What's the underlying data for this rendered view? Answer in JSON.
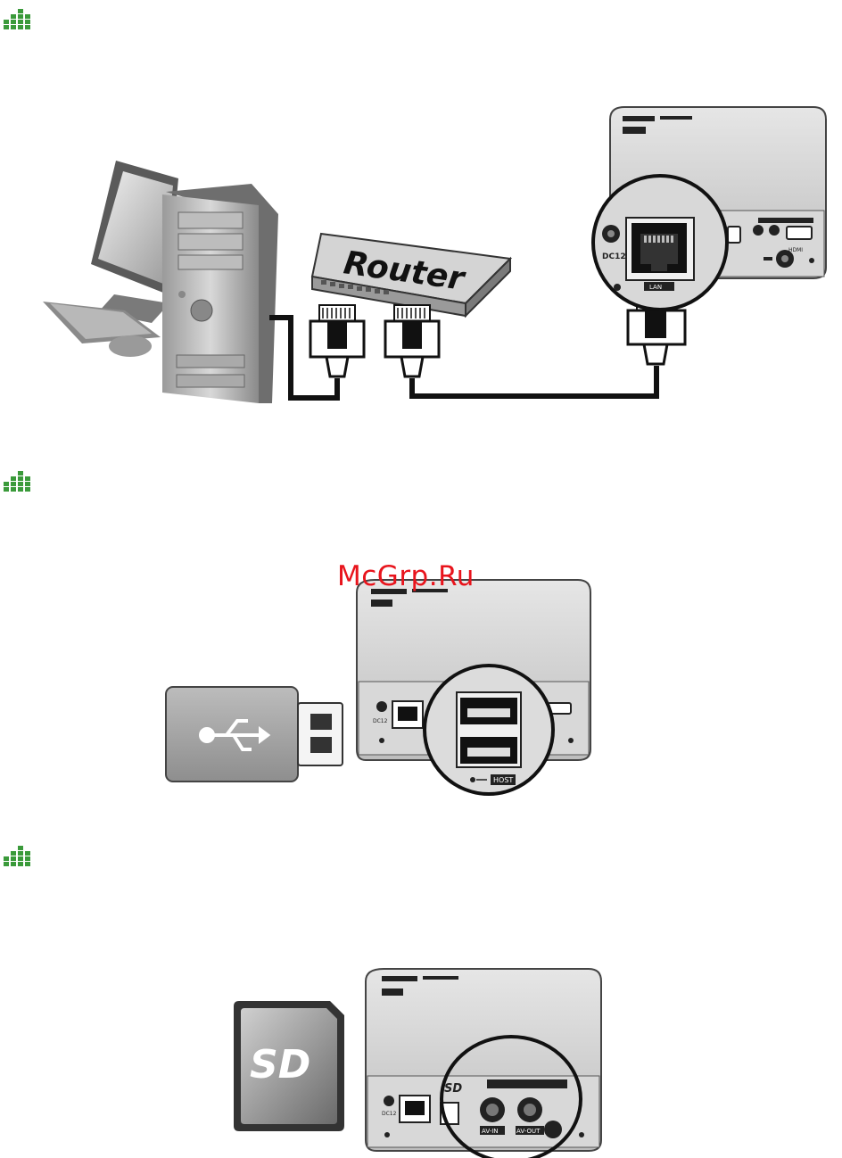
{
  "sections": [
    {
      "icon": "equalizer-icon",
      "figure": "network-connection"
    },
    {
      "icon": "equalizer-icon",
      "figure": "usb-connection"
    },
    {
      "icon": "equalizer-icon",
      "figure": "sd-card-connection"
    }
  ],
  "figure1": {
    "router_label": "Router",
    "dc_label": "DC12",
    "lan_label": "LAN",
    "hdmi_label": "HDMI"
  },
  "figure2": {
    "dc_label": "DC12",
    "host_label": "HOST"
  },
  "figure3": {
    "dc_label": "DC12",
    "av_in_label": "AV-IN",
    "av_out_label": "AV-OUT",
    "sd_logo": "SD"
  },
  "watermark": "McGrp.Ru",
  "colors": {
    "icon_green": "#3a9a3a",
    "watermark_red": "#e8141c",
    "device_gray": "#c8c8c8"
  }
}
